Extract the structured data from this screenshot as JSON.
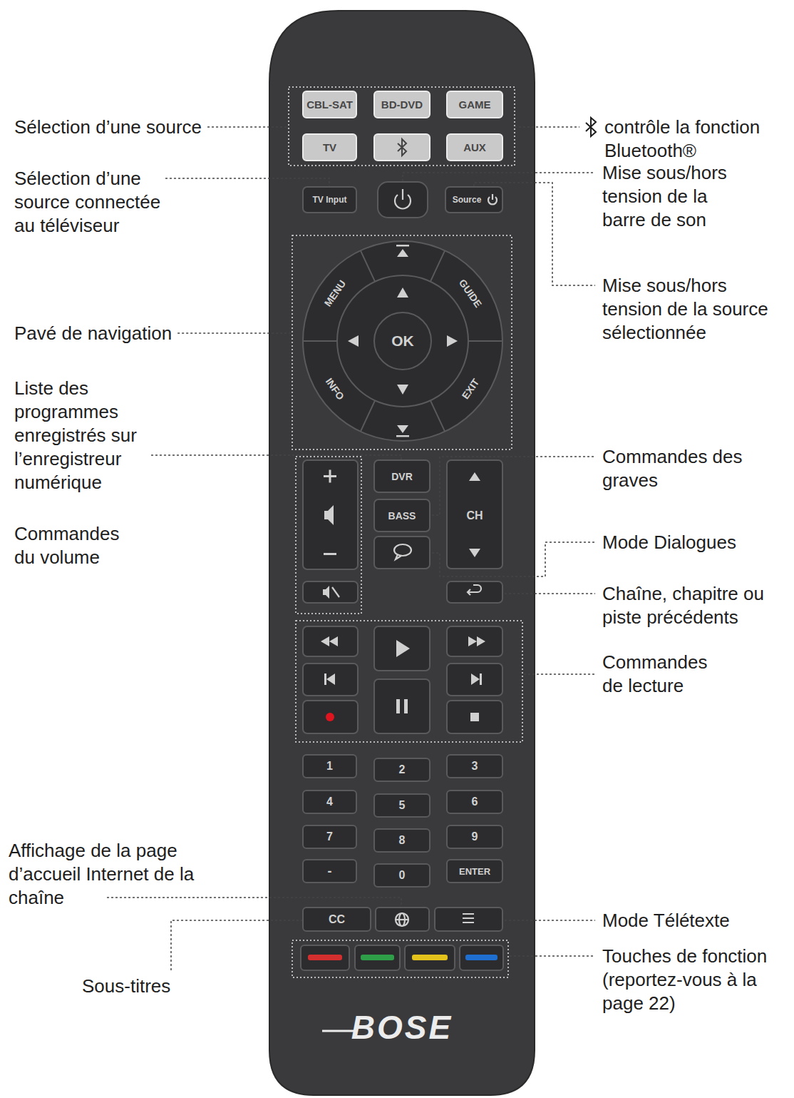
{
  "diagram": {
    "nodes": [
      {
        "text": [
          "BOSE"
        ]
      },
      {
        "text": [
          "CBL-SAT"
        ],
        "in": 0
      },
      {
        "text": [
          "BD-DVD"
        ],
        "in": 0
      },
      {
        "text": [
          "GAME"
        ],
        "in": 0
      },
      {
        "text": [
          "TV"
        ],
        "in": 0
      },
      {
        "text": [
          "AUX"
        ],
        "in": 0
      },
      {
        "text": [
          "TV Input"
        ],
        "in": 0
      },
      {
        "text": [
          "Source"
        ],
        "in": 0
      },
      {
        "text": [
          "MENU"
        ],
        "in": 0
      },
      {
        "text": [
          "GUIDE"
        ],
        "in": 0
      },
      {
        "text": [
          "OK"
        ],
        "in": 0
      },
      {
        "text": [
          "INFO"
        ],
        "in": 0
      },
      {
        "text": [
          "EXIT"
        ],
        "in": 0
      },
      {
        "text": [
          "DVR"
        ],
        "in": 0
      },
      {
        "text": [
          "BASS"
        ],
        "in": 0
      },
      {
        "text": [
          "CH"
        ],
        "in": 0
      },
      {
        "text": [
          "1"
        ],
        "in": 0
      },
      {
        "text": [
          "2"
        ],
        "in": 0
      },
      {
        "text": [
          "3"
        ],
        "in": 0
      },
      {
        "text": [
          "4"
        ],
        "in": 0
      },
      {
        "text": [
          "5"
        ],
        "in": 0
      },
      {
        "text": [
          "6"
        ],
        "in": 0
      },
      {
        "text": [
          "7"
        ],
        "in": 0
      },
      {
        "text": [
          "8"
        ],
        "in": 0
      },
      {
        "text": [
          "9"
        ],
        "in": 0
      },
      {
        "text": [
          "-"
        ],
        "in": 0
      },
      {
        "text": [
          "0"
        ],
        "in": 0
      },
      {
        "text": [
          "ENTER"
        ],
        "in": 0
      },
      {
        "text": [
          "CC"
        ],
        "in": 0
      }
    ],
    "labels": [
      "Sélection d’une source",
      "contrôle la fonction Bluetooth®",
      "Sélection d’une source connectée au téléviseur",
      "Mise sous/hors tension de la barre de son",
      "Mise sous/hors tension de la source sélectionnée",
      "Pavé de navigation",
      "Liste des programmes enregistrés sur l’enregistreur numérique",
      "Commandes des graves",
      "Commandes du volume",
      "Mode Dialogues",
      "Chaîne, chapitre ou piste précédents",
      "Commandes de lecture",
      "Affichage de la page d’accueil Internet de la chaîne",
      "Mode Télétexte",
      "Touches de fonction (reportez-vous à la page 22)",
      "Sous-titres"
    ]
  }
}
